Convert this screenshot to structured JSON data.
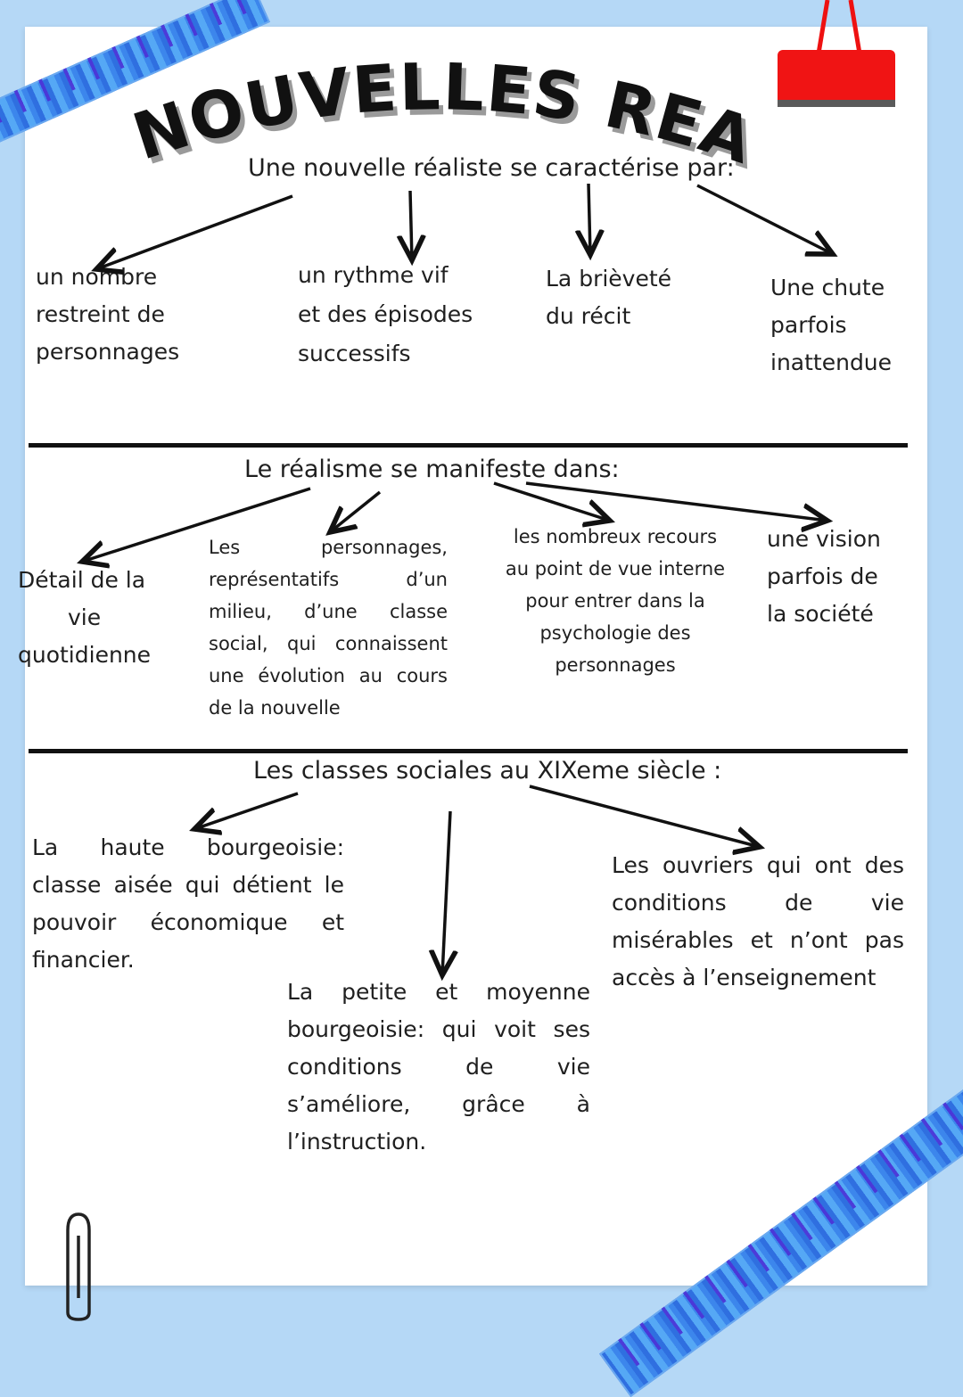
{
  "title": "NOUVELLES REALISTES",
  "section1": {
    "heading": "Une nouvelle réaliste se caractérise par:",
    "items": [
      {
        "line1": "un nombre",
        "line2": "restreint de",
        "line3": "personnages"
      },
      {
        "line1": "un rythme vif",
        "line2": "et des épisodes",
        "line3": "successifs"
      },
      {
        "line1": "La brièveté",
        "line2": "du récit"
      },
      {
        "line1": "Une chute",
        "line2": "parfois",
        "line3": "inattendue"
      }
    ]
  },
  "section2": {
    "heading": "Le réalisme se manifeste dans:",
    "items": [
      {
        "line1": "Détail de la",
        "line2": "vie",
        "line3": "quotidienne"
      },
      {
        "text": "Les personnages, représentatifs d’un milieu, d’une classe social, qui connaissent une évolution au cours de la nouvelle"
      },
      {
        "line1": "les nombreux recours",
        "line2": "au point de vue interne",
        "line3": "pour entrer dans la",
        "line4": "psychologie des",
        "line5": "personnages"
      },
      {
        "line1": "une vision",
        "line2": "parfois de",
        "line3": "la société"
      }
    ]
  },
  "section3": {
    "heading": "Les classes sociales au XIXeme siècle :",
    "items": [
      {
        "text": "La haute bourgeoisie: classe aisée qui détient le pouvoir économique et financier."
      },
      {
        "text": "La petite et moyenne bourgeoisie: qui voit ses conditions de vie s’améliore, grâce à l’instruction."
      },
      {
        "text": "Les ouvriers qui ont des conditions de vie misérables et n’ont pas accès à l’enseignement"
      }
    ]
  },
  "colors": {
    "background": "#b5d8f6",
    "paper": "#ffffff",
    "ink": "#1f1f1f",
    "clip": "#f01414",
    "tape": "#3c86ec"
  }
}
